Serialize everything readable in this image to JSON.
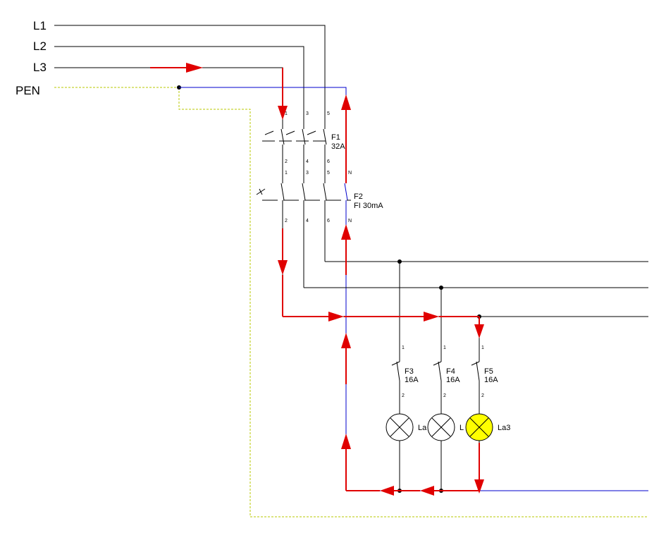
{
  "buses": {
    "l1": "L1",
    "l2": "L2",
    "l3": "L3",
    "pen": "PEN"
  },
  "f1": {
    "name": "F1",
    "rating": "32A",
    "t_in": [
      "1",
      "3",
      "5"
    ],
    "t_out": [
      "2",
      "4",
      "6"
    ]
  },
  "f2": {
    "name": "F2",
    "rating": "FI 30mA",
    "t_in": [
      "1",
      "3",
      "5",
      "N"
    ],
    "t_out": [
      "2",
      "4",
      "6",
      "N"
    ]
  },
  "f3": {
    "name": "F3",
    "rating": "16A",
    "t_in": "1",
    "t_out": "2"
  },
  "f4": {
    "name": "F4",
    "rating": "16A",
    "t_in": "1",
    "t_out": "2"
  },
  "f5": {
    "name": "F5",
    "rating": "16A",
    "t_in": "1",
    "t_out": "2"
  },
  "lamps": {
    "la1": {
      "label": "La",
      "state": "off"
    },
    "la2": {
      "label": "L",
      "state": "off"
    },
    "la3": {
      "label": "La3",
      "state": "on"
    }
  },
  "colors": {
    "phase_wire": "#000000",
    "neutral_wire": "#0000cc",
    "pe_wire": "#b8c800",
    "current_arrow": "#e00000",
    "lamp_on": "#ffff00"
  }
}
